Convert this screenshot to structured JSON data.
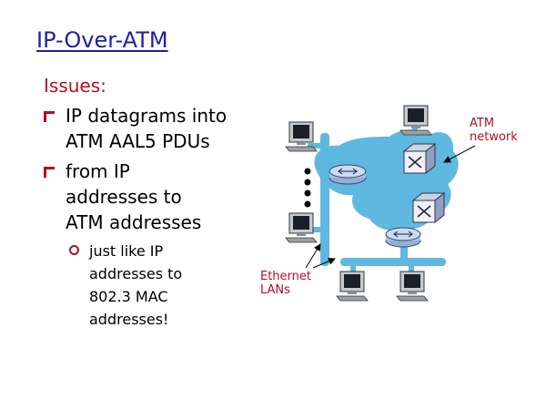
{
  "slide": {
    "title": "IP-Over-ATM",
    "issues_heading": "Issues:",
    "bullets": [
      "IP datagrams into\nATM AAL5 PDUs",
      "from IP\naddresses to\nATM addresses"
    ],
    "sub_bullets": [
      "just like IP\naddresses to\n802.3 MAC\naddresses!"
    ]
  },
  "diagram": {
    "atm_label": "ATM\nnetwork",
    "ethernet_label": "Ethernet\nLANs"
  },
  "colors": {
    "title": "#1f1fa8",
    "accent": "#b01020",
    "network_cloud": "#5fb8e0"
  }
}
